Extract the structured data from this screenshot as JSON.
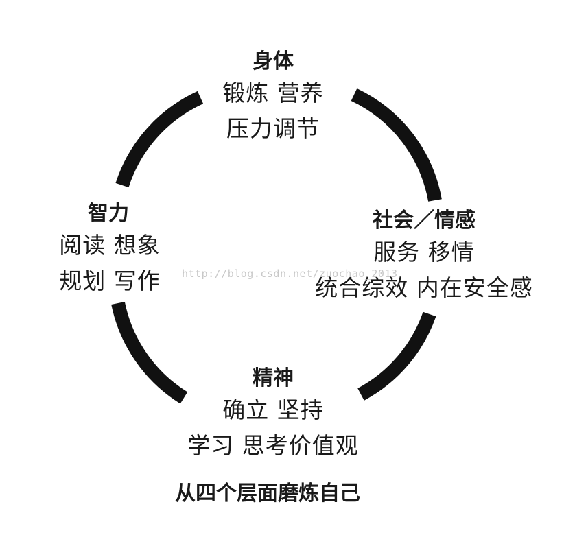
{
  "diagram": {
    "nodes": {
      "top": {
        "title": "身体",
        "lines": [
          "锻炼  营养",
          "压力调节"
        ]
      },
      "left": {
        "title": "智力",
        "lines": [
          "阅读  想象",
          "规划  写作"
        ]
      },
      "right": {
        "title": "社会／情感",
        "lines": [
          "服务  移情",
          "统合综效  内在安全感"
        ]
      },
      "bottom": {
        "title": "精神",
        "lines": [
          "确立  坚持",
          "学习  思考价值观"
        ]
      }
    },
    "caption": "从四个层面磨炼自己",
    "ring_color": "#111111"
  },
  "watermark": "http://blog.csdn.net/zuochao_2013"
}
